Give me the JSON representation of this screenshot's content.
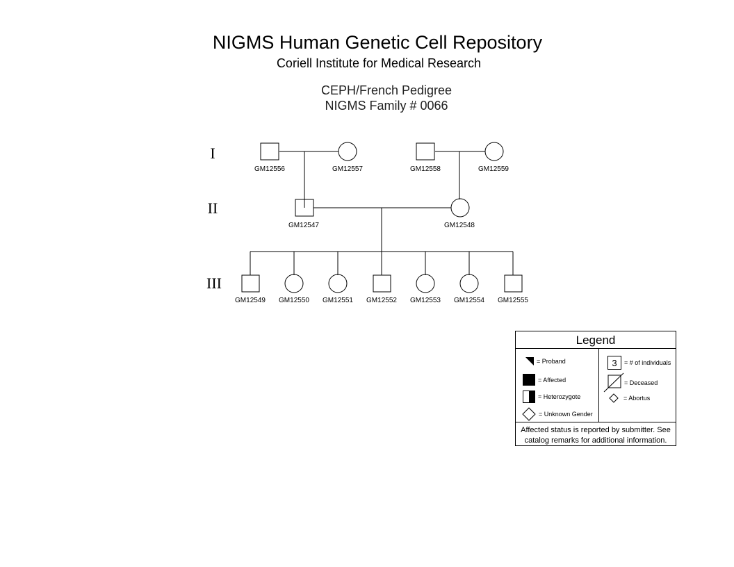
{
  "header": {
    "title": "NIGMS Human Genetic Cell Repository",
    "subtitle": "Coriell Institute for Medical Research",
    "pedigree_name": "CEPH/French Pedigree",
    "family_number": "NIGMS Family # 0066"
  },
  "generations": [
    "I",
    "II",
    "III"
  ],
  "individuals": {
    "gen1": [
      {
        "id": "GM12556",
        "sex": "male"
      },
      {
        "id": "GM12557",
        "sex": "female"
      },
      {
        "id": "GM12558",
        "sex": "male"
      },
      {
        "id": "GM12559",
        "sex": "female"
      }
    ],
    "gen2": [
      {
        "id": "GM12547",
        "sex": "male"
      },
      {
        "id": "GM12548",
        "sex": "female"
      }
    ],
    "gen3": [
      {
        "id": "GM12549",
        "sex": "male"
      },
      {
        "id": "GM12550",
        "sex": "female"
      },
      {
        "id": "GM12551",
        "sex": "female"
      },
      {
        "id": "GM12552",
        "sex": "male"
      },
      {
        "id": "GM12553",
        "sex": "female"
      },
      {
        "id": "GM12554",
        "sex": "female"
      },
      {
        "id": "GM12555",
        "sex": "male"
      }
    ]
  },
  "legend": {
    "title": "Legend",
    "proband": "= Proband",
    "affected": "= Affected",
    "heterozygote": "= Heterozygote",
    "unknown_gender": "= Unknown Gender",
    "count_example": "3",
    "num_individuals": "= # of individuals",
    "deceased": "= Deceased",
    "abortus": "= Abortus",
    "note_line1": "Affected status is reported by submitter. See",
    "note_line2": "catalog remarks for additional information."
  }
}
